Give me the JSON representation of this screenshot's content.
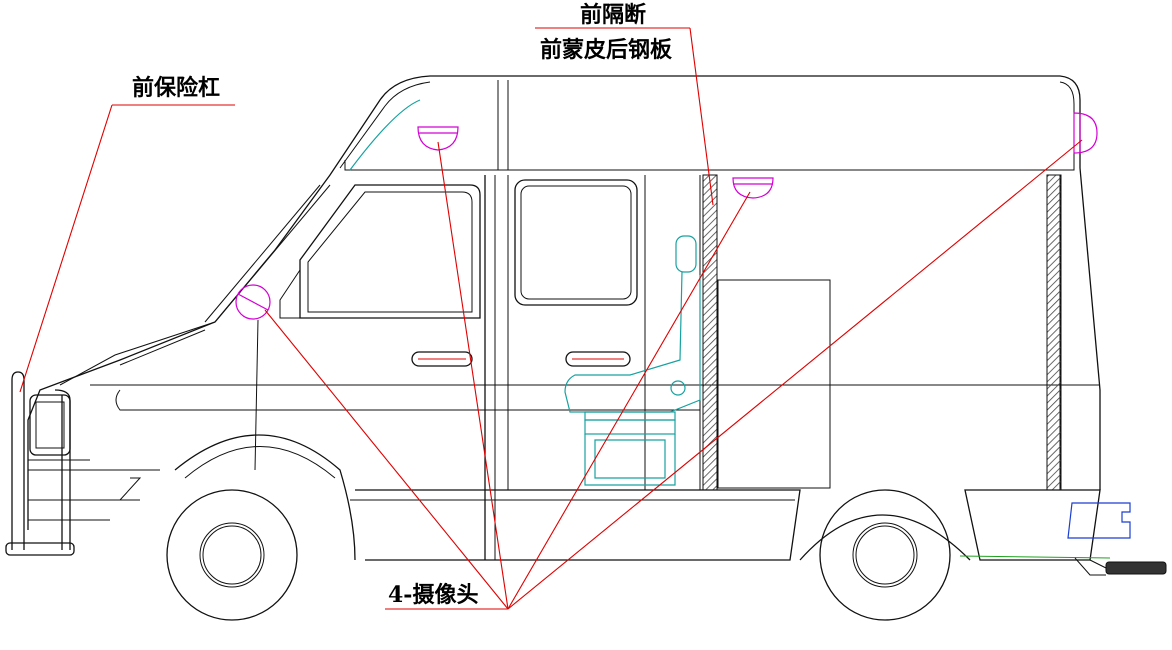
{
  "labels": {
    "front_bumper": "前保险杠",
    "front_partition": "前隔断",
    "front_skin_rear_plate": "前蒙皮后钢板",
    "cameras": "4-摄像头"
  },
  "colors": {
    "outline": "#111111",
    "leader_lines": "#e00000",
    "cameras": "#d400d4",
    "seat": "#17a2a0",
    "partition_hatch": "#555555",
    "rear_step": "#1a3fd0",
    "exhaust": "#20a020"
  },
  "camera_count": 4
}
